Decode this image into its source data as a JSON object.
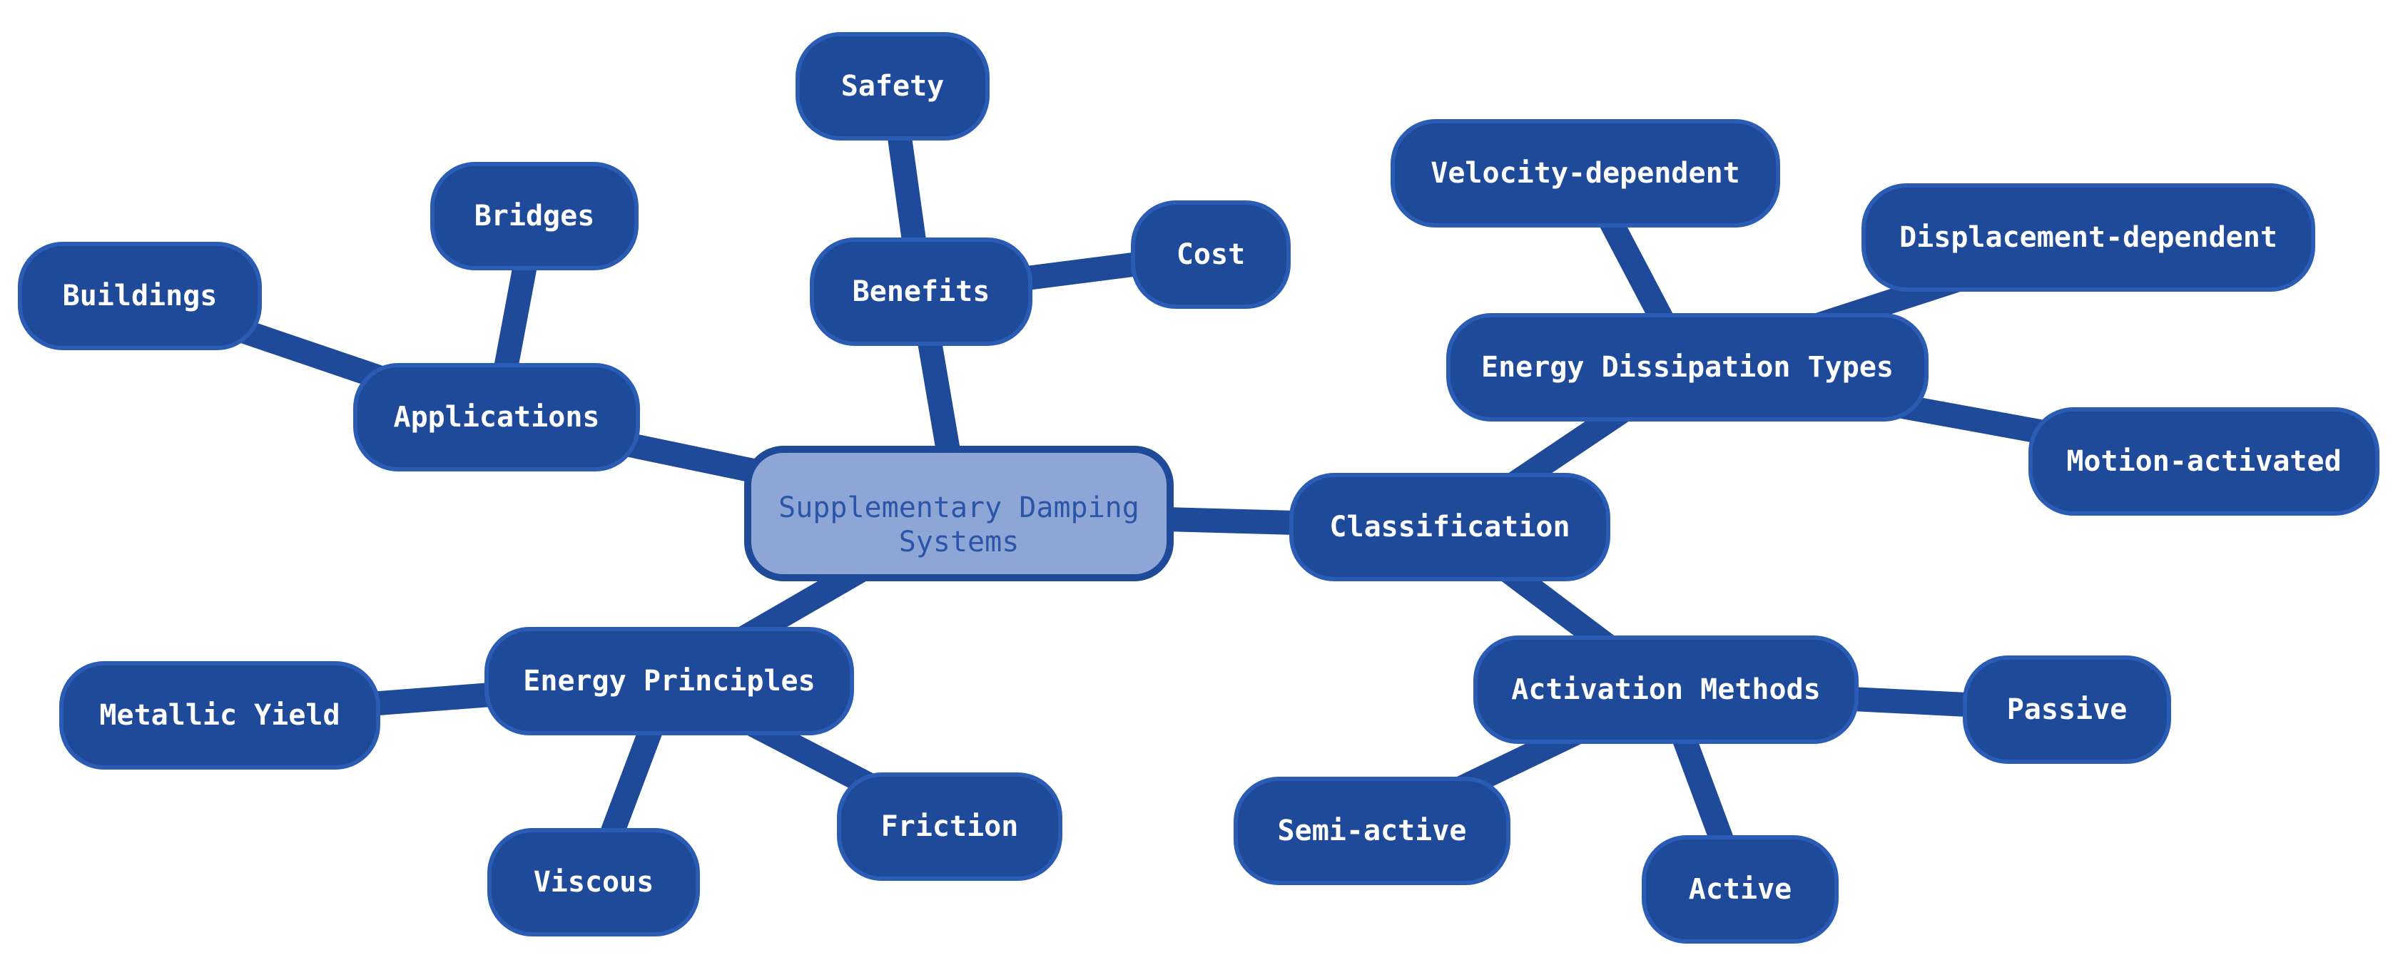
{
  "diagram": {
    "type": "mind-map",
    "colors": {
      "node_fill": "#1f4a9a",
      "node_text": "#ffffff",
      "center_fill": "#8ea6d6",
      "center_text": "#2a55a8",
      "connector": "#1f4a9a"
    },
    "center": {
      "line1": "Supplementary Damping",
      "line2": "Systems"
    },
    "nodes": {
      "safety": "Safety",
      "benefits": "Benefits",
      "cost": "Cost",
      "bridges": "Bridges",
      "buildings": "Buildings",
      "applications": "Applications",
      "velocity_dependent": "Velocity-dependent",
      "displacement_dependent": "Displacement-dependent",
      "energy_dissipation_types": "Energy Dissipation Types",
      "motion_activated": "Motion-activated",
      "classification": "Classification",
      "activation_methods": "Activation Methods",
      "passive": "Passive",
      "semi_active": "Semi-active",
      "active": "Active",
      "energy_principles": "Energy Principles",
      "metallic_yield": "Metallic Yield",
      "friction": "Friction",
      "viscous": "Viscous"
    },
    "edges": [
      [
        "center",
        "benefits"
      ],
      [
        "benefits",
        "safety"
      ],
      [
        "benefits",
        "cost"
      ],
      [
        "center",
        "applications"
      ],
      [
        "applications",
        "bridges"
      ],
      [
        "applications",
        "buildings"
      ],
      [
        "center",
        "classification"
      ],
      [
        "classification",
        "energy_dissipation_types"
      ],
      [
        "energy_dissipation_types",
        "velocity_dependent"
      ],
      [
        "energy_dissipation_types",
        "displacement_dependent"
      ],
      [
        "energy_dissipation_types",
        "motion_activated"
      ],
      [
        "classification",
        "activation_methods"
      ],
      [
        "activation_methods",
        "passive"
      ],
      [
        "activation_methods",
        "semi_active"
      ],
      [
        "activation_methods",
        "active"
      ],
      [
        "center",
        "energy_principles"
      ],
      [
        "energy_principles",
        "metallic_yield"
      ],
      [
        "energy_principles",
        "friction"
      ],
      [
        "energy_principles",
        "viscous"
      ]
    ]
  }
}
